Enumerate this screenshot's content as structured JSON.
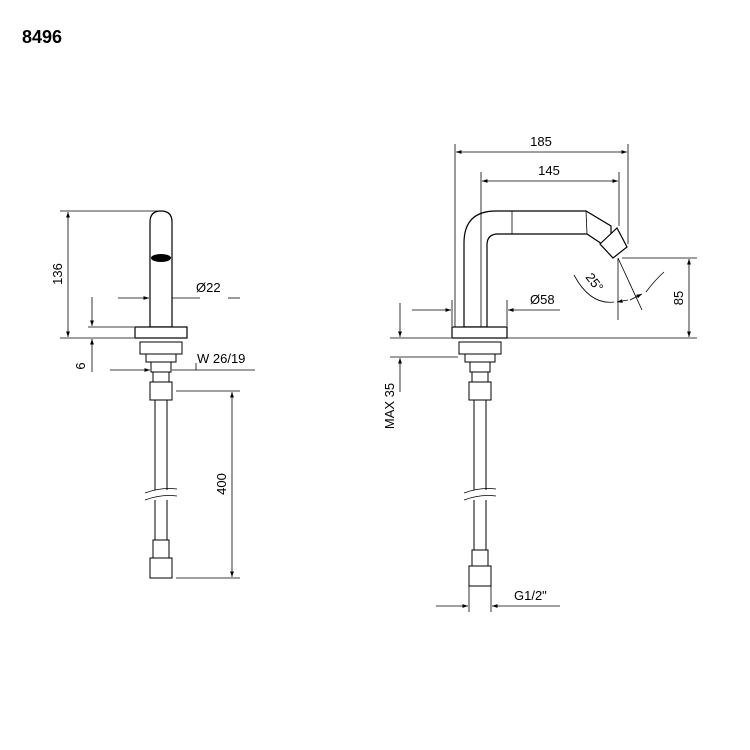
{
  "model_number": "8496",
  "dimensions": {
    "side_height": "136",
    "spout_diameter": "Ø22",
    "plate_thickness": "6",
    "nut_size": "W 26/19",
    "hose_length": "400",
    "reach_total": "185",
    "reach_spout": "145",
    "spray_angle": "25°",
    "outlet_height": "85",
    "base_diameter": "Ø58",
    "max_deck": "MAX 35",
    "thread": "G1/2\""
  }
}
